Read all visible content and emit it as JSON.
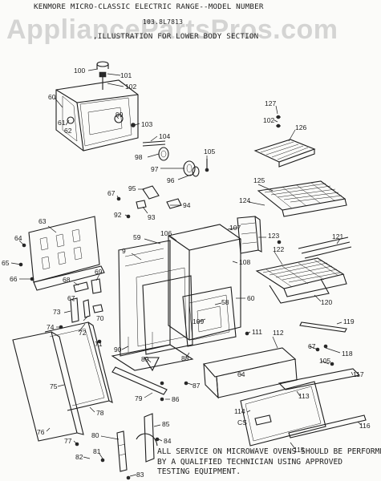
{
  "header": {
    "title_line": "KENMORE MICRO-CLASSIC ELECTRIC RANGE--MODEL NUMBER",
    "model_line": "103.8L7813",
    "illustration_line": ",ILLUSTRATION FOR LOWER BODY SECTION"
  },
  "watermark": "AppliancePartsPros.com",
  "note": {
    "line1": "ALL SERVICE ON MICROWAVE OVENS SHOULD BE PERFORMED",
    "line2": "BY A QUALIFIED TECHNICIAN USING APPROVED",
    "line3": "TESTING EQUIPMENT."
  },
  "callouts": [
    "100",
    "101",
    "102",
    "60",
    "61",
    "62",
    "99",
    "103",
    "127",
    "102",
    "126",
    "104",
    "98",
    "97",
    "96",
    "105",
    "125",
    "124",
    "67",
    "95",
    "94",
    "92",
    "93",
    "63",
    "64",
    "65",
    "66",
    "59",
    "106",
    "107",
    "123",
    "9",
    "121",
    "122",
    "108",
    "68",
    "69",
    "58",
    "60",
    "120",
    "67",
    "73",
    "70",
    "72",
    "71",
    "109",
    "74",
    "119",
    "111",
    "118",
    "112",
    "67",
    "90",
    "88",
    "89",
    "105",
    "117",
    "75",
    "64",
    "113",
    "114",
    "79",
    "87",
    "86",
    "CS",
    "116",
    "78",
    "76",
    "85",
    "77",
    "115",
    "80",
    "84",
    "81",
    "82",
    "83"
  ]
}
